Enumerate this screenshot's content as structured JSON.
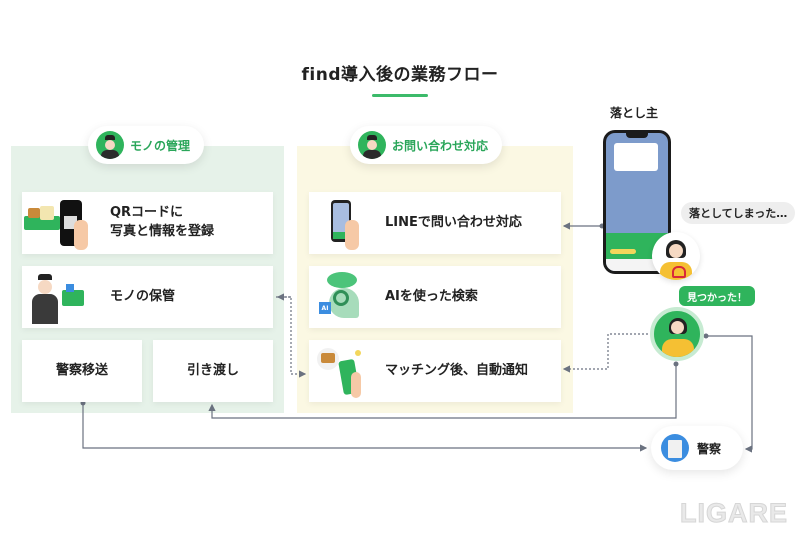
{
  "title": "find導入後の業務フロー",
  "colors": {
    "accent_green": "#2fb45c",
    "panel_green": "#e6f2e9",
    "panel_yellow": "#fbf8e3",
    "police_blue": "#3b8de0",
    "line_gray": "#6b7280"
  },
  "sections": {
    "management": {
      "label": "モノの管理",
      "icon": "staff-avatar-icon",
      "cards": [
        {
          "label_line1": "QRコードに",
          "label_line2": "写真と情報を登録",
          "icon": "qr-phone-icon"
        },
        {
          "label": "モノの保管",
          "icon": "staff-storage-icon"
        },
        {
          "label": "警察移送"
        },
        {
          "label": "引き渡し"
        }
      ]
    },
    "inquiry": {
      "label": "お問い合わせ対応",
      "icon": "staff-avatar-icon",
      "cards": [
        {
          "label": "LINEで問い合わせ対応",
          "icon": "line-phone-icon"
        },
        {
          "label": "AIを使った検索",
          "icon": "ai-search-icon",
          "badge": "AI"
        },
        {
          "label": "マッチング後、自動通知",
          "icon": "wallet-notify-icon"
        }
      ]
    }
  },
  "actors": {
    "owner_label": "落とし主",
    "owner_bubble": "落としてしまった…",
    "found_bubble": "見つかった！",
    "police_label": "警察"
  },
  "watermark": "LIGARE"
}
